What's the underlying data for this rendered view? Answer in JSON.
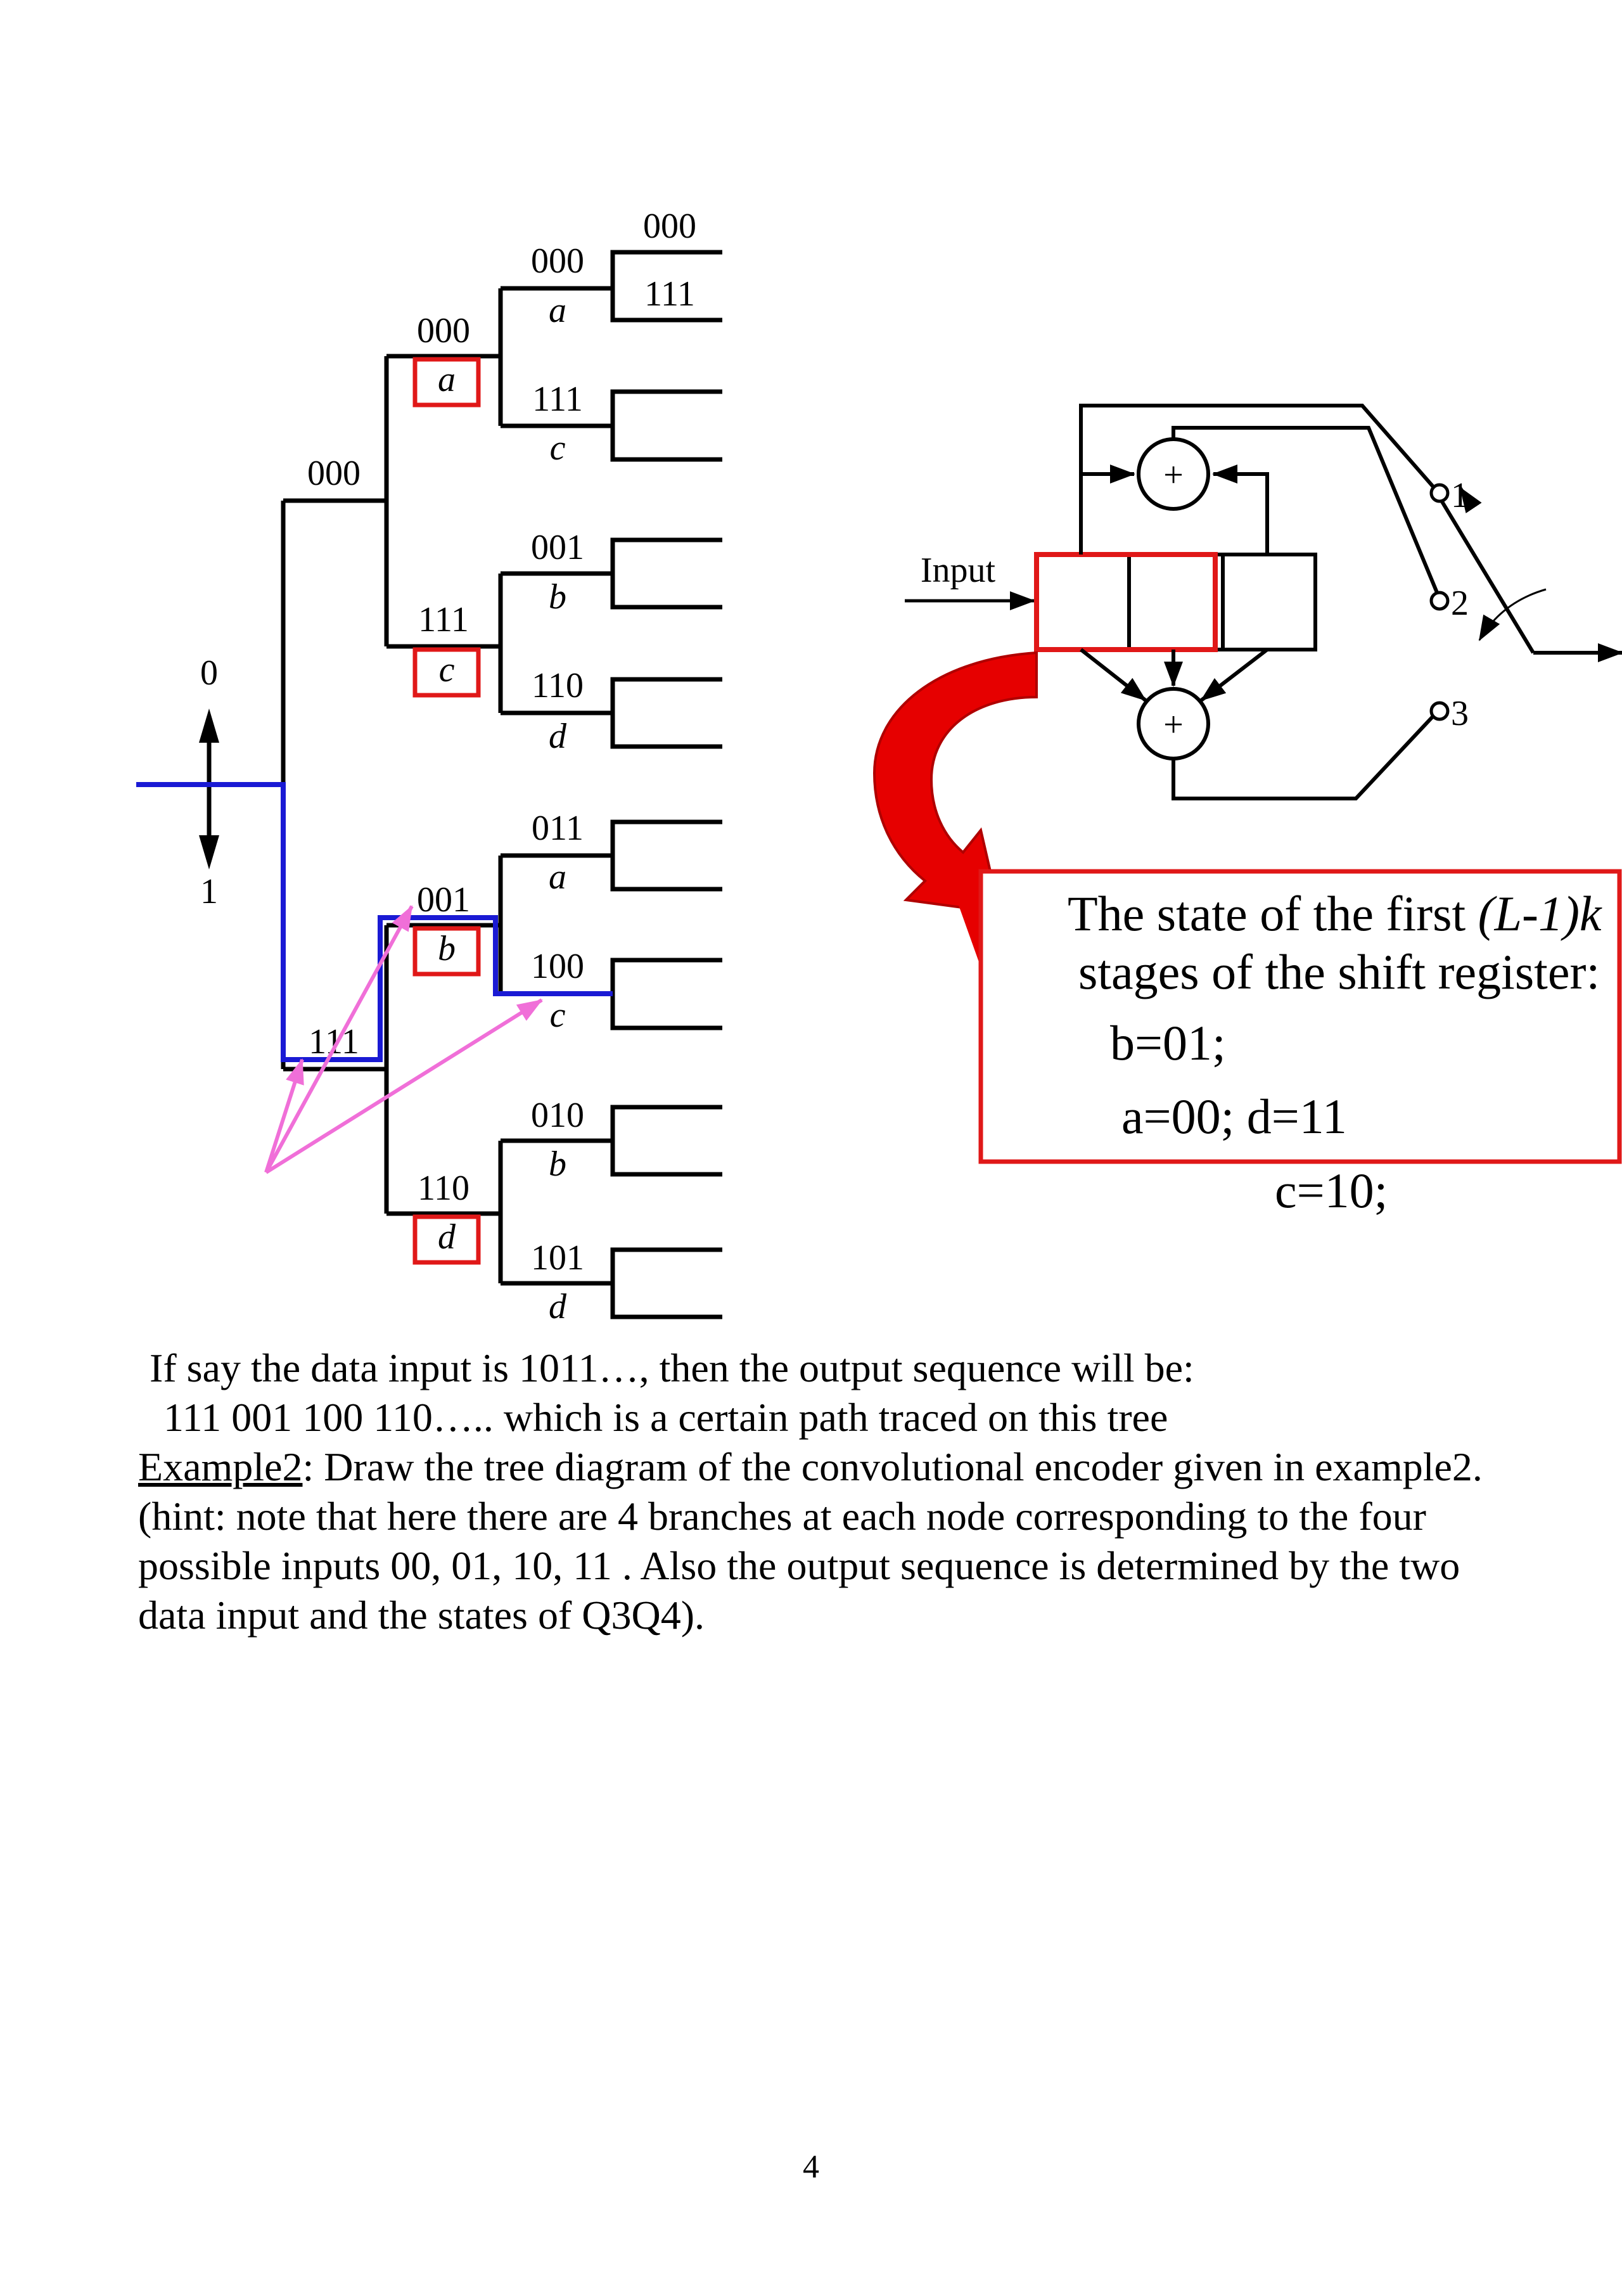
{
  "tree": {
    "axis_top": "0",
    "axis_bottom": "1",
    "level1": {
      "upper": "000",
      "lower": "111"
    },
    "level2": [
      {
        "code": "000",
        "state": "a"
      },
      {
        "code": "111",
        "state": "c"
      },
      {
        "code": "001",
        "state": "b"
      },
      {
        "code": "110",
        "state": "d"
      }
    ],
    "level3": [
      {
        "code": "000",
        "state": "a"
      },
      {
        "code": "111",
        "state": "c"
      },
      {
        "code": "001",
        "state": "b"
      },
      {
        "code": "110",
        "state": "d"
      },
      {
        "code": "011",
        "state": "a"
      },
      {
        "code": "100",
        "state": "c"
      },
      {
        "code": "010",
        "state": "b"
      },
      {
        "code": "101",
        "state": "d"
      }
    ],
    "level4": [
      "000",
      "111"
    ]
  },
  "encoder": {
    "input_label": "Input",
    "adder_symbol": "+",
    "switch_positions": [
      "1",
      "2",
      "3"
    ]
  },
  "state_box": {
    "line1_prefix": "The state of the first ",
    "line1_italic": "(L-1)k",
    "line2": "stages of the shift register:",
    "line3": "b=01;",
    "line4": "a=00; d=11",
    "line5": "c=10;"
  },
  "body": {
    "p1": "If say the data input is 1011…, then the output sequence will be:",
    "p2": "111 001 100 110….. which is a certain path traced on this tree",
    "p3_label": "Example2",
    "p3_rest": ": Draw the tree diagram of the convolutional encoder given in example2.",
    "p4": "(hint: note that here there are 4 branches at each node  corresponding to the four possible inputs 00, 01, 10, 11 . Also the output sequence is determined by the two data input and the states of Q3Q4)."
  },
  "page_number": "4",
  "colors": {
    "path": "#1a1ad4",
    "state_box": "#e01818",
    "pointer": "#f06fd8",
    "curved_arrow": "#e60000"
  }
}
